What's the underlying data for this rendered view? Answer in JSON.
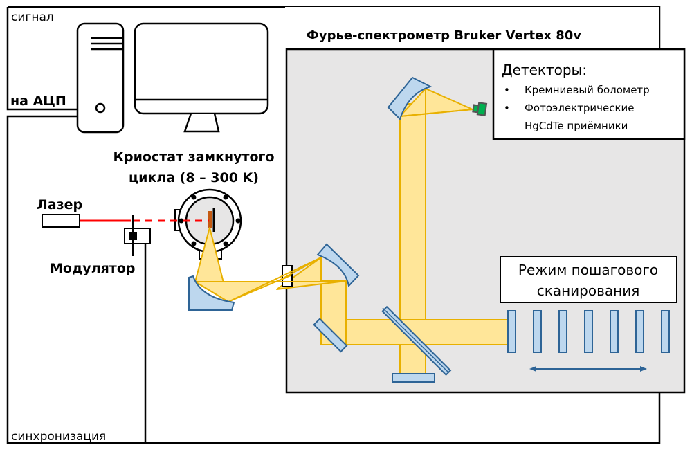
{
  "labels": {
    "signal": "сигнал",
    "adc": "на АЦП",
    "sync": "синхронизация",
    "spectrometer": "Фурье-спектрометр Bruker Vertex 80v",
    "cryostat_line1": "Криостат замкнутого",
    "cryostat_line2": "цикла (8 – 300 K)",
    "laser": "Лазер",
    "modulator": "Модулятор",
    "step_scan_line1": "Режим пошагового",
    "step_scan_line2": "сканирования"
  },
  "detectors": {
    "heading": "Детекторы:",
    "bullet": "•",
    "items": [
      "Кремниевый болометр",
      "Фотоэлектрические",
      "HgCdTe приёмники"
    ]
  },
  "colors": {
    "beam_fill": "#ffe699",
    "beam_stroke": "#e8b000",
    "mirror_fill": "#bdd7ee",
    "mirror_stroke": "#2e6496",
    "laser_beam": "#ff0000",
    "spectrometer_bg": "#e7e6e6",
    "detector_green": "#00b050",
    "sample": "#c55a11"
  },
  "step_scan": {
    "mirror_positions": 7
  }
}
